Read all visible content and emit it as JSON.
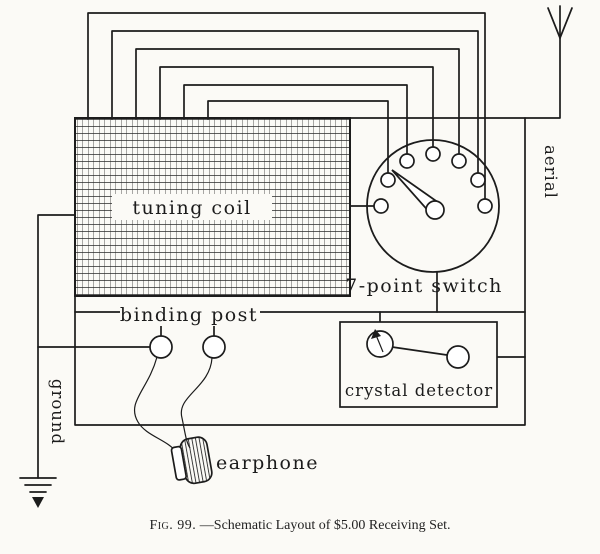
{
  "diagram": {
    "labels": {
      "tuning_coil": "tuning coil",
      "seven_point_switch": "7-point switch",
      "binding_post": "binding post",
      "crystal_detector": "crystal detector",
      "earphone": "earphone",
      "aerial": "aerial",
      "ground": "ground"
    },
    "caption": {
      "prefix": "Fig. 99.",
      "rest": "—Schematic Layout of $5.00 Receiving Set."
    },
    "colors": {
      "ink": "#1c1c1c",
      "paper": "#fbfaf6"
    }
  }
}
